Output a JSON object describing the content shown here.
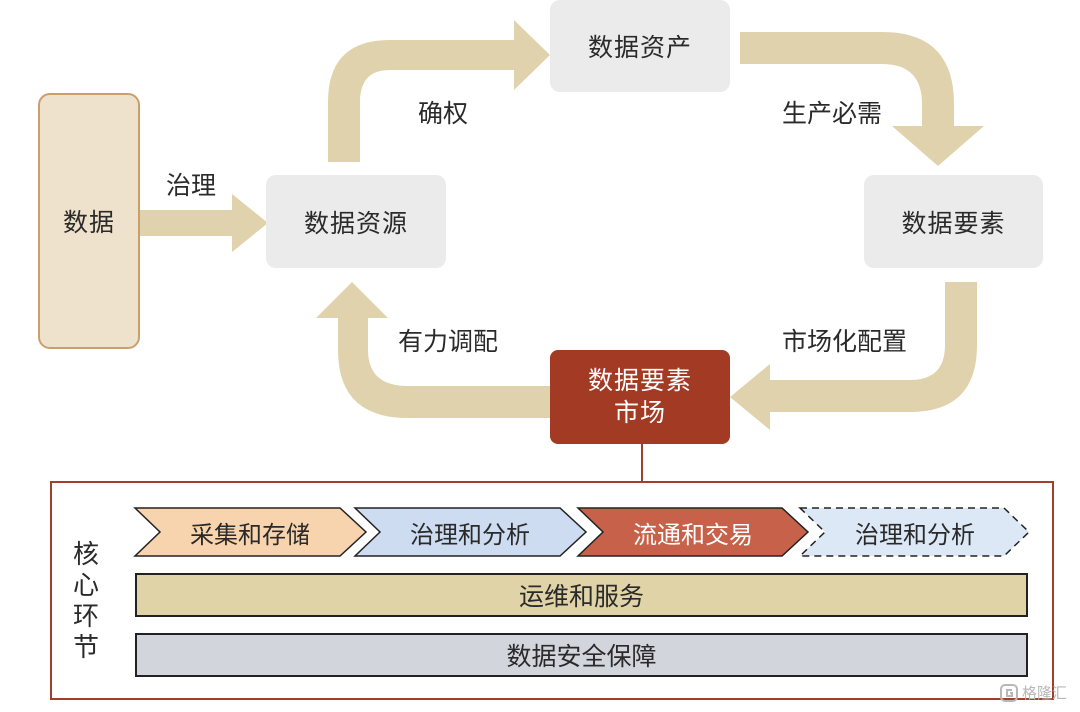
{
  "nodes": {
    "data": "数据",
    "resource": "数据资源",
    "asset": "数据资产",
    "element": "数据要素",
    "market": "数据要素\n市场"
  },
  "edges": {
    "govern": "治理",
    "confirm": "确权",
    "production": "生产必需",
    "marketization": "市场化配置",
    "allocation": "有力调配"
  },
  "core": {
    "title": "核\n心\n环\n节",
    "stages": [
      {
        "label": "采集和存储",
        "color": "#f8d4ae"
      },
      {
        "label": "治理和分析",
        "color": "#cddcf0"
      },
      {
        "label": "流通和交易",
        "color": "#c8614a"
      },
      {
        "label": "治理和分析",
        "color": "#dde8f6"
      }
    ],
    "operations": "运维和服务",
    "security": "数据安全保障"
  },
  "colors": {
    "arrow": "#e0d2ac",
    "data_box": "#efe2cc",
    "market_box": "#a33a23",
    "ops_bar": "#e0d3a8",
    "security_bar": "#d3d5dd"
  },
  "watermark": "格隆汇"
}
